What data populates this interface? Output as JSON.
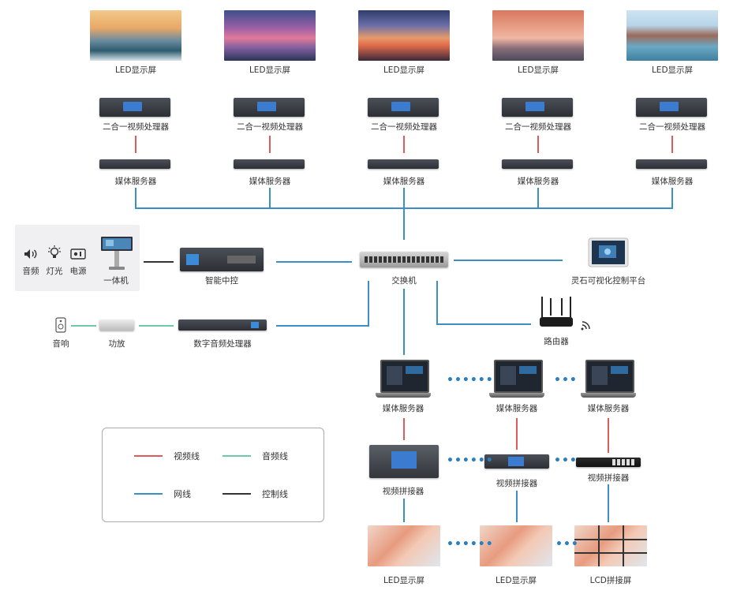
{
  "top_row": {
    "screen_label": "LED显示屏",
    "processor_label": "二合一视频处理器",
    "server_label": "媒体服务器"
  },
  "control": {
    "audio": "音频",
    "light": "灯光",
    "power": "电源",
    "kiosk": "一体机",
    "central_control": "智能中控",
    "switch": "交换机",
    "platform": "灵石可视化控制平台",
    "speaker": "音响",
    "amplifier": "功放",
    "dsp": "数字音频处理器",
    "router": "路由器"
  },
  "bottom": {
    "media_server": "媒体服务器",
    "splicer": "视频拼接器",
    "led_screen": "LED显示屏",
    "lcd_wall": "LCD拼接屏"
  },
  "legend": {
    "video": "视频线",
    "audio": "音频线",
    "network": "网线",
    "control": "控制线"
  },
  "colors": {
    "video": "#e05a5a",
    "audio": "#6ec9a6",
    "network": "#3a8fc7",
    "control": "#333333"
  }
}
